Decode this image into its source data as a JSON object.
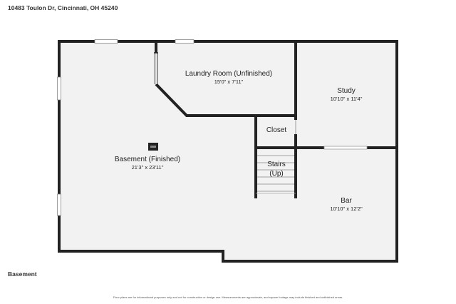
{
  "header": {
    "address": "10483 Toulon Dr, Cincinnati, OH 45240"
  },
  "floor": {
    "label": "Basement"
  },
  "rooms": {
    "basement": {
      "name": "Basement (Finished)",
      "dims": "21'3\" x 23'11\""
    },
    "laundry": {
      "name": "Laundry Room (Unfinished)",
      "dims": "15'0\" x 7'11\""
    },
    "study": {
      "name": "Study",
      "dims": "10'10\" x 11'4\""
    },
    "closet": {
      "name": "Closet"
    },
    "stairs": {
      "name_line1": "Stairs",
      "name_line2": "(Up)"
    },
    "bar": {
      "name": "Bar",
      "dims": "10'10\" x 12'2\""
    }
  },
  "footer": {
    "disclaimer": "Floor plans are for informational purposes only and not for construction or design use. Measurements are approximate, and square footage may include finished and unfinished areas."
  },
  "colors": {
    "floor_fill": "#f2f2f2",
    "wall": "#222222",
    "window": "#ffffff"
  }
}
